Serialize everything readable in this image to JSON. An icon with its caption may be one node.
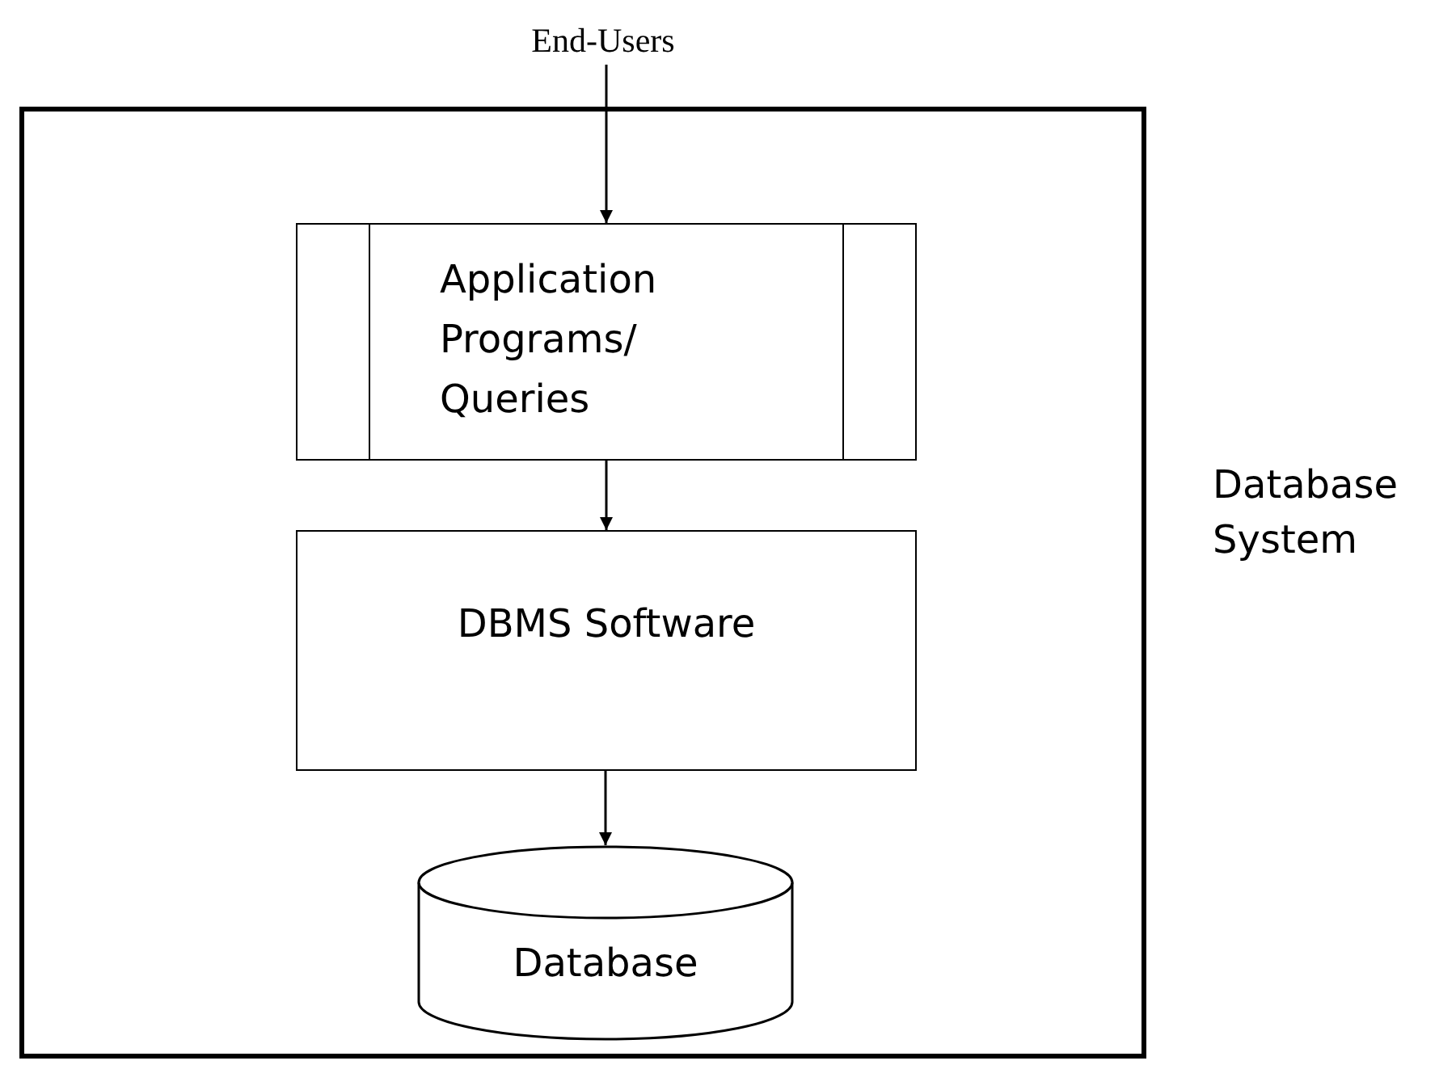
{
  "diagram": {
    "nodes": [
      {
        "text": [
          "Database System"
        ]
      },
      {
        "text": [
          "End-Users"
        ]
      },
      {
        "text": [
          "Application Programs/ Queries"
        ],
        "in": 0
      },
      {
        "text": [
          "DBMS Software"
        ],
        "in": 0
      },
      {
        "text": [
          "Database"
        ],
        "in": 0
      }
    ],
    "edges": [
      {
        "from": 1,
        "to": 2,
        "arrow": "to"
      },
      {
        "from": 2,
        "to": 3,
        "arrow": "to"
      },
      {
        "from": 3,
        "to": 4,
        "arrow": "to"
      }
    ]
  }
}
